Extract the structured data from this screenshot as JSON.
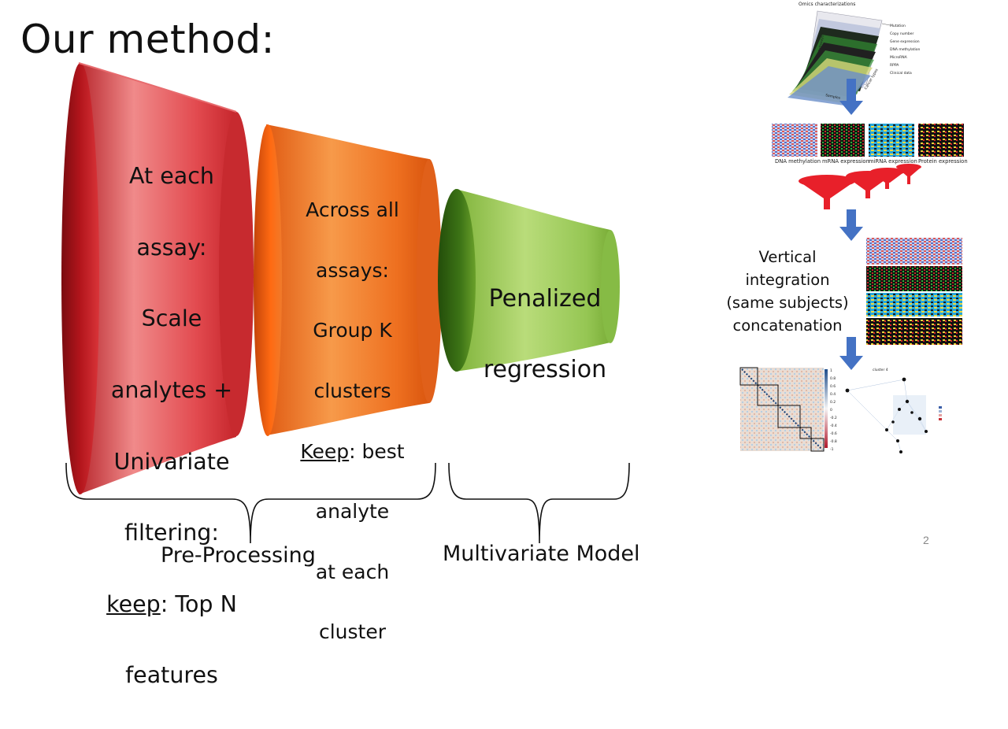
{
  "slide": {
    "title": "Our method:",
    "page_number": "2"
  },
  "funnels": [
    {
      "lines": [
        "At each",
        "assay:",
        "Scale",
        "analytes +",
        "Univariate",
        "filtering:"
      ],
      "keep_word": "keep",
      "keep_rest": ": Top N",
      "last_line": "features",
      "color": "#d9363a"
    },
    {
      "lines": [
        "Across all",
        "assays:",
        "Group K",
        "clusters"
      ],
      "keep_word": "Keep",
      "keep_rest": ": best",
      "tail_lines": [
        "analyte",
        "at each",
        "cluster"
      ],
      "color": "#ef6a1f"
    },
    {
      "lines": [
        "Penalized",
        "regression"
      ],
      "color": "#8cbd45"
    }
  ],
  "stages": {
    "preprocessing_label": "Pre-Processing",
    "model_label": "Multivariate Model"
  },
  "side_panel": {
    "omics_header": "Omics characterizations",
    "omics_layers": [
      "Mutation",
      "Copy number",
      "Gene expression",
      "DNA methylation",
      "MicroRNA",
      "RPPA",
      "Clinical data"
    ],
    "omics_axis_left": "Pathways",
    "omics_axis_bottom": "Samples",
    "omics_axis_right": "Cancer types",
    "assays": [
      "DNA methylation",
      "mRNA expression",
      "miRNA expression",
      "Protein expression"
    ],
    "integration_text": [
      "Vertical",
      "integration",
      "(same subjects)",
      "concatenation"
    ],
    "network_header": "cluster 4",
    "colorbar_ticks": [
      "1",
      "0.8",
      "0.6",
      "0.4",
      "0.2",
      "0",
      "-0.2",
      "-0.4",
      "-0.6",
      "-0.8",
      "-1"
    ]
  },
  "colors": {
    "arrow": "#4472c4",
    "funnel_red": "#d9363a",
    "funnel_orange": "#ef6a1f",
    "funnel_green": "#8cbd45",
    "filter_red": "#e8202a"
  }
}
